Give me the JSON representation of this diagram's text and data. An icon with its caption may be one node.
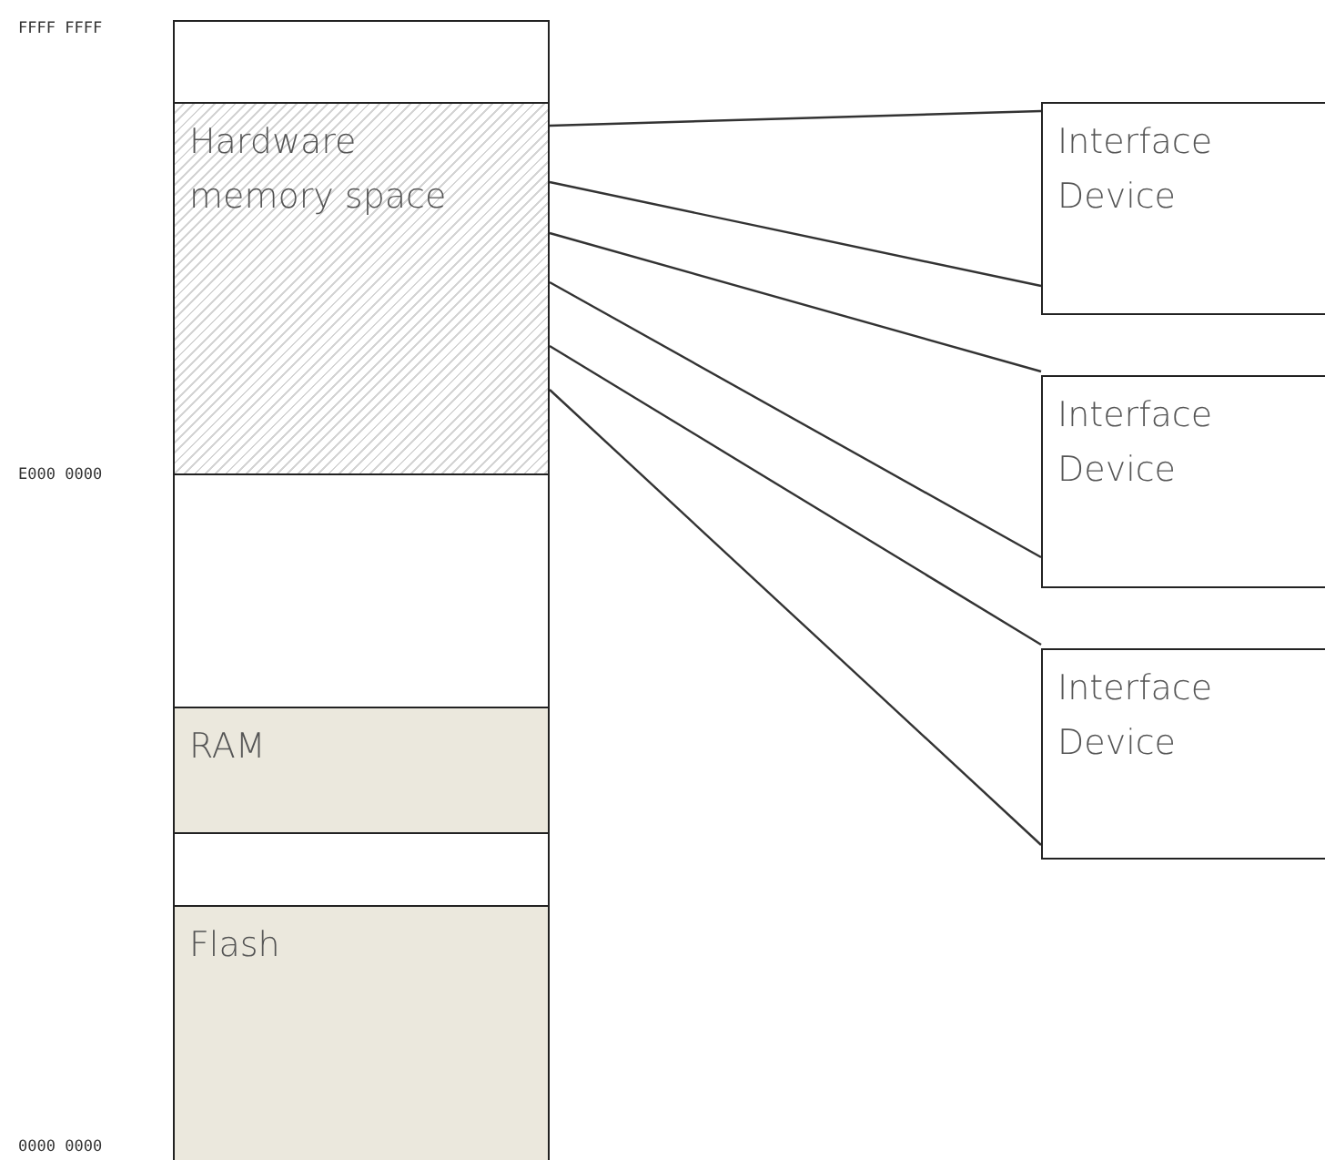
{
  "diagram": {
    "nodes": [
      {
        "text": [],
        "shape": "box"
      },
      {
        "text": [
          "Hardware memory space"
        ]
      },
      {
        "text": [],
        "shape": "box"
      },
      {
        "text": [
          "RAM"
        ]
      },
      {
        "text": [],
        "shape": "box"
      },
      {
        "text": [
          "Flash"
        ]
      },
      {
        "text": [
          "Interface Device"
        ]
      },
      {
        "text": [
          "Interface Device"
        ]
      },
      {
        "text": [
          "Interface Device"
        ]
      }
    ],
    "edges": [
      {
        "from": 1,
        "to": 6,
        "arrow": "none"
      },
      {
        "from": 1,
        "to": 6,
        "arrow": "none"
      },
      {
        "from": 1,
        "to": 7,
        "arrow": "none"
      },
      {
        "from": 1,
        "to": 7,
        "arrow": "none"
      },
      {
        "from": 1,
        "to": 8,
        "arrow": "none"
      },
      {
        "from": 1,
        "to": 8,
        "arrow": "none"
      }
    ],
    "labels": [
      "FFFF FFFF",
      "E000 0000",
      "0000 0000"
    ]
  }
}
